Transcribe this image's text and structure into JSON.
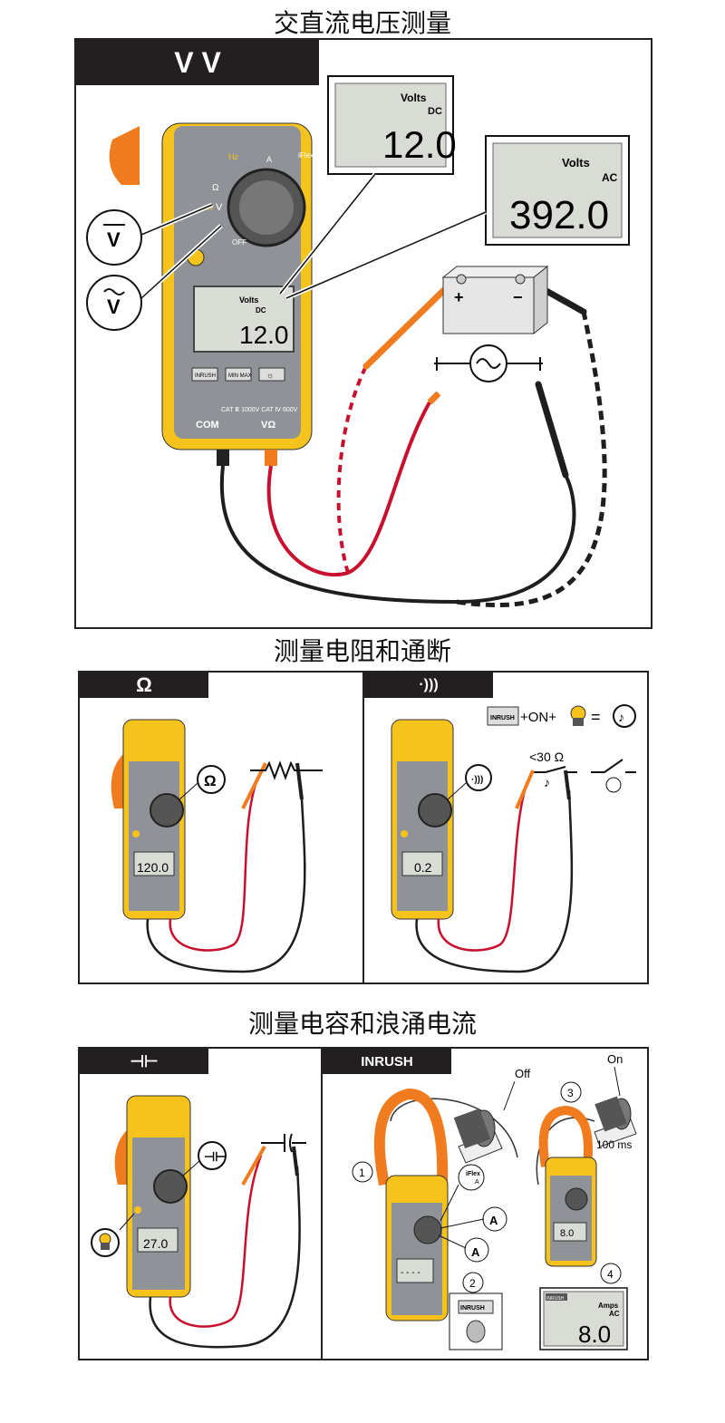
{
  "headings": {
    "s1": "交直流电压测量",
    "s2": "测量电阻和通断",
    "s3": "测量电容和浪涌电流"
  },
  "tabs": {
    "voltage": "V V",
    "ohm": "Ω",
    "continuity": "·)))",
    "capacitance": "⊣⊢",
    "inrush": "INRUSH"
  },
  "voltage": {
    "lcd_main": {
      "unit": "Volts",
      "mode": "DC",
      "value": "12.0"
    },
    "lcd_dc_callout": {
      "unit": "Volts",
      "mode": "DC",
      "value": "12.0"
    },
    "lcd_ac_callout": {
      "unit": "Volts",
      "mode": "AC",
      "value": "392.0"
    },
    "dial": {
      "hz": "Hz",
      "a": "A",
      "iflex": "iFlex",
      "ohm": "Ω",
      "mv": "mV",
      "v": "V",
      "off": "OFF"
    },
    "buttons": [
      "INRUSH",
      "MIN MAX",
      "☼"
    ],
    "cat": "CAT Ⅲ 1000V\nCAT Ⅳ 600V",
    "jacks": {
      "com": "COM",
      "vohm": "VΩ"
    },
    "battery": {
      "plus": "+",
      "minus": "−"
    },
    "callout_dc": "V",
    "callout_ac": "V"
  },
  "ohm": {
    "lcd": "120.0",
    "knob": "Ω"
  },
  "continuity": {
    "lcd": "0.2",
    "formula_button": "INRUSH",
    "formula_on": "+ON+",
    "formula_eq": "=",
    "threshold": "<30 Ω"
  },
  "capacitance": {
    "lcd": "27.0"
  },
  "inrush": {
    "off": "Off",
    "on": "On",
    "time": "100 ms",
    "steps": [
      "1",
      "2",
      "3",
      "4"
    ],
    "iflex": "iFlex",
    "iflex_sub": "A",
    "inrush_btn": "INRUSH",
    "lcd_small": "8.0",
    "lcd": {
      "tag": "INRUSH",
      "unit": "Amps",
      "mode": "AC",
      "value": "8.0"
    }
  },
  "colors": {
    "yellow": "#f5c31c",
    "orange": "#f07c1f",
    "gray": "#8f9297",
    "red_lead": "#c8102e",
    "black_lead": "#1e1e1e",
    "lcd": "#d9dcd5"
  }
}
